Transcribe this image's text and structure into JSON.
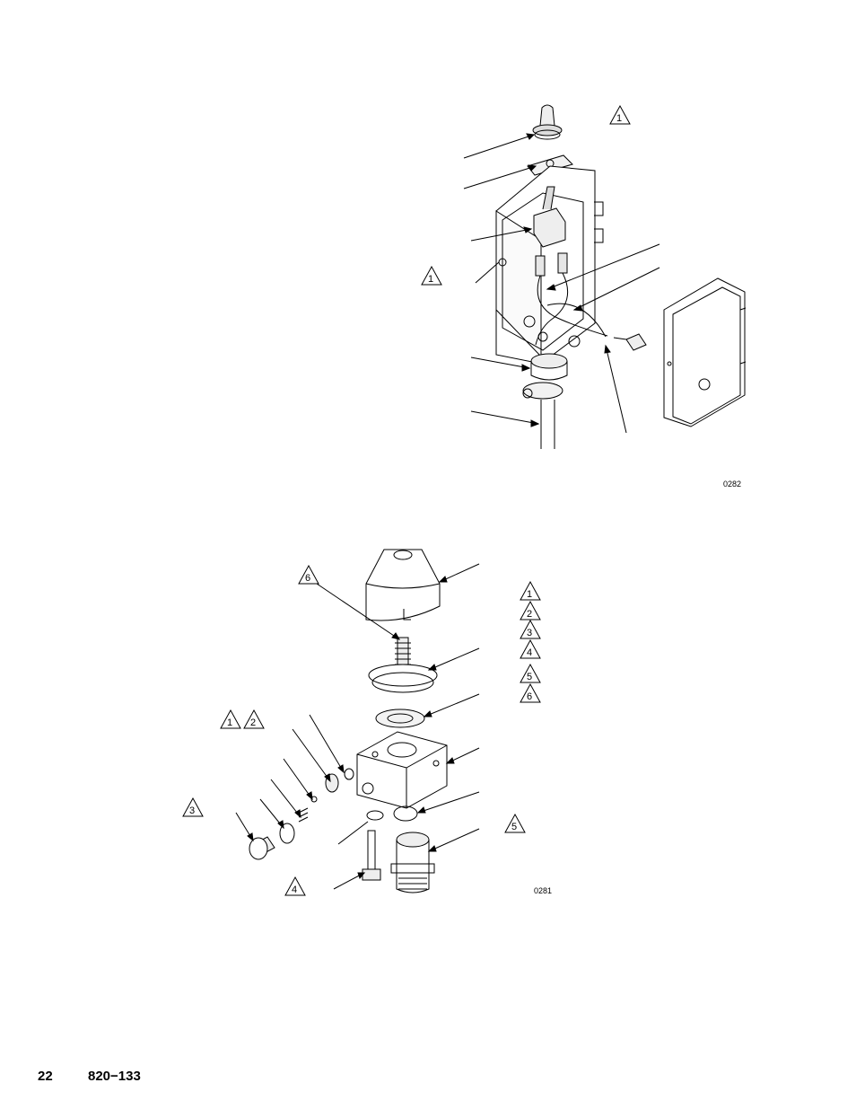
{
  "figures": [
    {
      "id": "switch-box-exploded-view",
      "figure_number": "0282",
      "warning_triangles": [
        "1",
        "1"
      ]
    },
    {
      "id": "pressure-control-exploded-view",
      "figure_number": "0281",
      "legend_triangles": [
        "1",
        "2",
        "3",
        "4",
        "5",
        "6"
      ],
      "callout_triangles": [
        "6",
        "1",
        "2",
        "3",
        "4",
        "5"
      ]
    }
  ],
  "footer": {
    "page_number": "22",
    "document_number": "820−133"
  }
}
